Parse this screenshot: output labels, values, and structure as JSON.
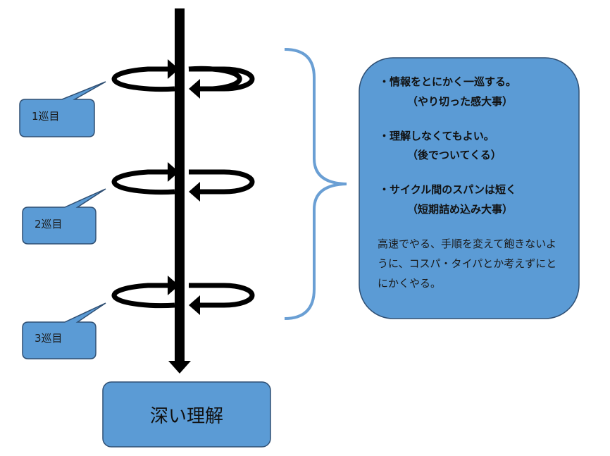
{
  "laps": [
    {
      "label": "1巡目"
    },
    {
      "label": "2巡目"
    },
    {
      "label": "3巡目"
    }
  ],
  "result": {
    "label": "深い理解"
  },
  "summary": {
    "points": [
      {
        "text": "・情報をとにかく一巡する。",
        "sub": "（やり切った感大事）"
      },
      {
        "text": "・理解しなくてもよい。",
        "sub": "（後でついてくる）"
      },
      {
        "text": "・サイクル間のスパンは短く",
        "sub": "（短期詰め込み大事）"
      }
    ],
    "note": "高速でやる、手順を変えて飽きないように、コスパ・タイパとか考えずにとにかくやる。"
  },
  "colors": {
    "box_fill": "#5b9bd5",
    "box_stroke": "#41719c",
    "arrow": "#000000",
    "brace": "#6a9fd4"
  }
}
